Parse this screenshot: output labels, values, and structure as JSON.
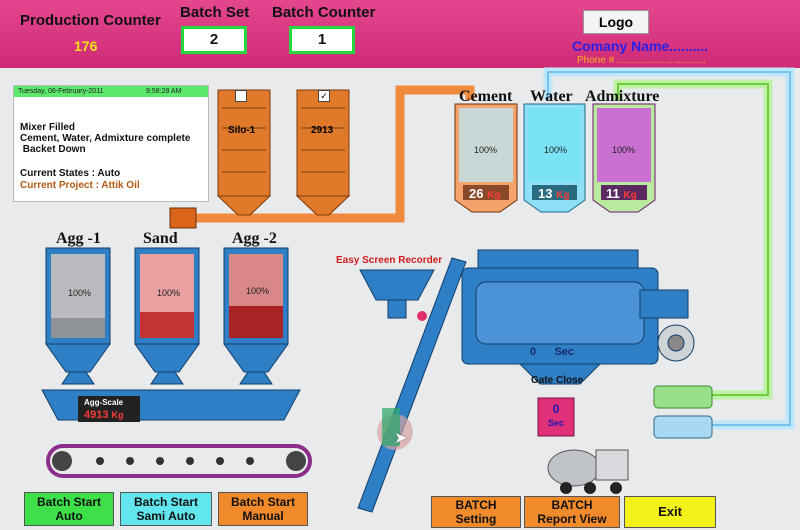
{
  "header": {
    "production_counter_label": "Production Counter",
    "production_counter_value": "176",
    "batch_set_label": "Batch Set",
    "batch_set_value": "2",
    "batch_counter_label": "Batch Counter",
    "batch_counter_value": "1",
    "logo": "Logo",
    "company_name": "Comany Name..........",
    "phone": "Phone # ................................"
  },
  "status_panel": {
    "date": "Tuesday, 08-February-2011",
    "time": "9:58:28 AM",
    "messages": [
      "Mixer Filled",
      "Cement, Water, Admixture complete",
      " Backet Down"
    ],
    "current_states": "Current States : Auto",
    "current_project": "Current Project : Attik Oil"
  },
  "silos": {
    "silo1_label": "Silo-1",
    "silo2_label": "2913",
    "silo1_checked": false,
    "silo2_checked": true
  },
  "tanks": {
    "cement": {
      "label": "Cement",
      "percent": "100%",
      "value": "26",
      "unit": "Kg"
    },
    "water": {
      "label": "Water",
      "percent": "100%",
      "value": "13",
      "unit": "Kg"
    },
    "admixture": {
      "label": "Admixture",
      "percent": "100%",
      "value": "11",
      "unit": "Kg"
    }
  },
  "aggregates": {
    "agg1": {
      "label": "Agg -1",
      "percent": "100%"
    },
    "sand": {
      "label": "Sand",
      "percent": "100%"
    },
    "agg2": {
      "label": "Agg -2",
      "percent": "100%"
    }
  },
  "agg_scale": {
    "label": "Agg-Scale",
    "value": "4913",
    "unit": "Kg"
  },
  "mixer": {
    "timer_value": "0",
    "timer_unit": "Sec"
  },
  "gate": {
    "label": "Gate Close",
    "value": "0",
    "unit": "Sec"
  },
  "watermark": "Easy Screen Recorder",
  "buttons": {
    "batch_auto": "Batch Start\nAuto",
    "batch_semi": "Batch Start\nSami Auto",
    "batch_manual": "Batch Start\nManual",
    "batch_setting": "BATCH\nSetting",
    "batch_report": "BATCH\nReport View",
    "exit": "Exit"
  },
  "colors": {
    "header": "#d9327f",
    "silo": "#e07a2a",
    "cement": "#f08a3c",
    "water": "#3fc6ea",
    "admixture": "#c24bc8",
    "agg_hopper": "#2f7fc6",
    "accent_green": "#27d63c"
  }
}
